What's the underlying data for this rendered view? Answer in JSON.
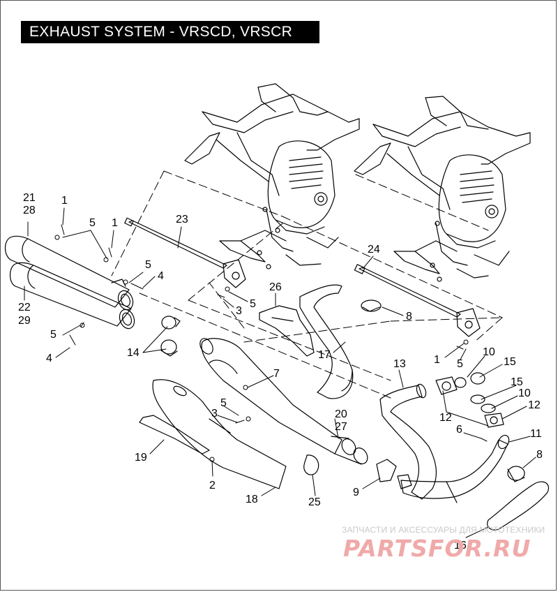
{
  "diagram": {
    "title": "EXHAUST SYSTEM - VRSCD, VRSCR",
    "callouts": [
      {
        "id": "c21",
        "text": "21"
      },
      {
        "id": "c28",
        "text": "28"
      },
      {
        "id": "c1a",
        "text": "1"
      },
      {
        "id": "c5a",
        "text": "5"
      },
      {
        "id": "c1b",
        "text": "1"
      },
      {
        "id": "c23",
        "text": "23"
      },
      {
        "id": "c5b",
        "text": "5"
      },
      {
        "id": "c4a",
        "text": "4"
      },
      {
        "id": "c22",
        "text": "22"
      },
      {
        "id": "c29",
        "text": "29"
      },
      {
        "id": "c3a",
        "text": "3"
      },
      {
        "id": "c5c",
        "text": "5"
      },
      {
        "id": "c26",
        "text": "26"
      },
      {
        "id": "c24",
        "text": "24"
      },
      {
        "id": "c8a",
        "text": "8"
      },
      {
        "id": "c5d",
        "text": "5"
      },
      {
        "id": "c4b",
        "text": "4"
      },
      {
        "id": "c14",
        "text": "14"
      },
      {
        "id": "c17",
        "text": "17"
      },
      {
        "id": "c1c",
        "text": "1"
      },
      {
        "id": "c10a",
        "text": "10"
      },
      {
        "id": "c5e",
        "text": "5"
      },
      {
        "id": "c15a",
        "text": "15"
      },
      {
        "id": "c13",
        "text": "13"
      },
      {
        "id": "c7",
        "text": "7"
      },
      {
        "id": "c15b",
        "text": "15"
      },
      {
        "id": "c10b",
        "text": "10"
      },
      {
        "id": "c5f",
        "text": "5"
      },
      {
        "id": "c12a",
        "text": "12"
      },
      {
        "id": "c3b",
        "text": "3"
      },
      {
        "id": "c12b",
        "text": "12"
      },
      {
        "id": "c20",
        "text": "20"
      },
      {
        "id": "c27",
        "text": "27"
      },
      {
        "id": "c6",
        "text": "6"
      },
      {
        "id": "c11",
        "text": "11"
      },
      {
        "id": "c19",
        "text": "19"
      },
      {
        "id": "c8b",
        "text": "8"
      },
      {
        "id": "c2",
        "text": "2"
      },
      {
        "id": "c9",
        "text": "9"
      },
      {
        "id": "c18",
        "text": "18"
      },
      {
        "id": "c25",
        "text": "25"
      },
      {
        "id": "c16",
        "text": "16"
      }
    ]
  },
  "watermark": {
    "tagline": "ЗАПЧАСТИ И АКСЕССУАРЫ ДЛЯ МОТОТЕХНИКИ",
    "brand": "PARTSFOR.RU",
    "brand_color": "#f0a9a9",
    "tagline_color": "#c8c8c8"
  },
  "colors": {
    "title_bg": "#000000",
    "title_fg": "#ffffff",
    "line": "#000000"
  }
}
